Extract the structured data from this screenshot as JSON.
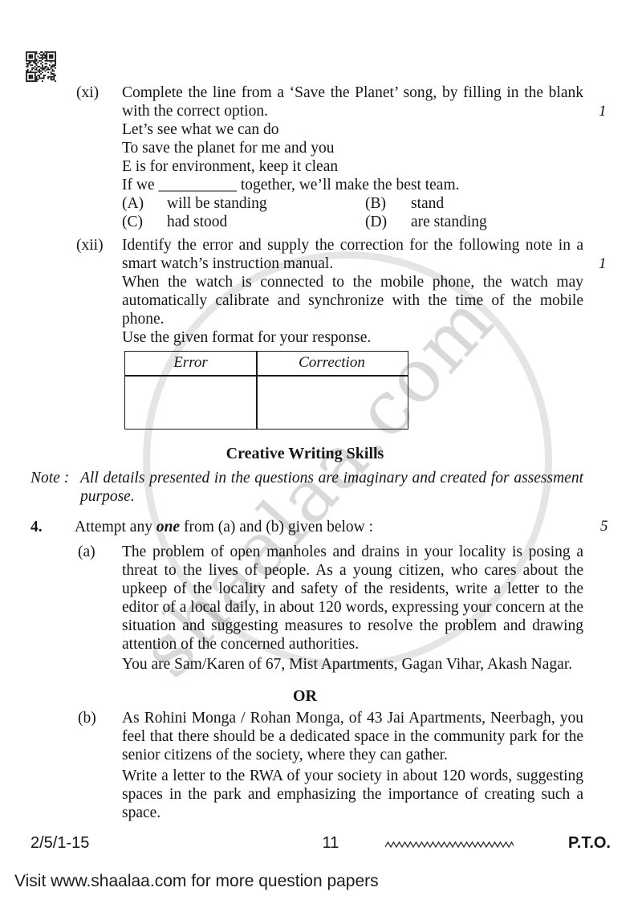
{
  "watermark": {
    "text": "shaalaa.com"
  },
  "q_xi": {
    "label": "(xi)",
    "prompt": "Complete the line from a ‘Save the Planet’ song, by filling in the blank with the correct option.",
    "marks": "1",
    "song": [
      "Let’s see what we can do",
      "To save the planet for me and you",
      "E is for environment, keep it clean",
      "If we __________ together, we’ll make the best team."
    ],
    "options": [
      {
        "key": "(A)",
        "text": "will be standing"
      },
      {
        "key": "(B)",
        "text": "stand"
      },
      {
        "key": "(C)",
        "text": "had stood"
      },
      {
        "key": "(D)",
        "text": "are standing"
      }
    ]
  },
  "q_xii": {
    "label": "(xii)",
    "prompt": "Identify the error and supply the correction for the following note in a smart watch’s instruction manual.",
    "marks": "1",
    "body": "When the watch is connected to the mobile phone, the watch may automatically calibrate and synchronize with the time of the mobile phone.",
    "format_line": "Use the given format for your response.",
    "table": {
      "headers": [
        "Error",
        "Correction"
      ]
    }
  },
  "section": {
    "title": "Creative Writing Skills",
    "note_label": "Note :",
    "note_text": "All details presented in the questions are imaginary and created for assessment purpose."
  },
  "q4": {
    "number": "4.",
    "prompt_prefix": "Attempt any ",
    "prompt_bold": "one",
    "prompt_suffix": " from (a) and (b) given below :",
    "marks": "5",
    "a": {
      "label": "(a)",
      "para1": "The problem of open manholes and drains in your locality is posing a threat to the lives of people. As a young citizen, who cares about the upkeep of the locality and safety of the residents, write a letter to the editor of a local daily, in about 120 words, expressing your concern at the situation and suggesting measures to resolve the problem and drawing attention of the concerned authorities.",
      "para2": "You are Sam/Karen of 67, Mist Apartments, Gagan Vihar, Akash Nagar."
    },
    "or_label": "OR",
    "b": {
      "label": "(b)",
      "para1": "As Rohini Monga / Rohan Monga, of 43 Jai Apartments, Neerbagh, you feel that there should be a dedicated space in the community park for the senior citizens of the society, where they can gather.",
      "para2": "Write a letter to the RWA of your society in about 120 words, suggesting spaces in the park and emphasizing the importance of creating such a space."
    }
  },
  "footer": {
    "code": "2/5/1-15",
    "page_number": "11",
    "pto": "P.T.O.",
    "visit": "Visit www.shaalaa.com for more question papers"
  }
}
